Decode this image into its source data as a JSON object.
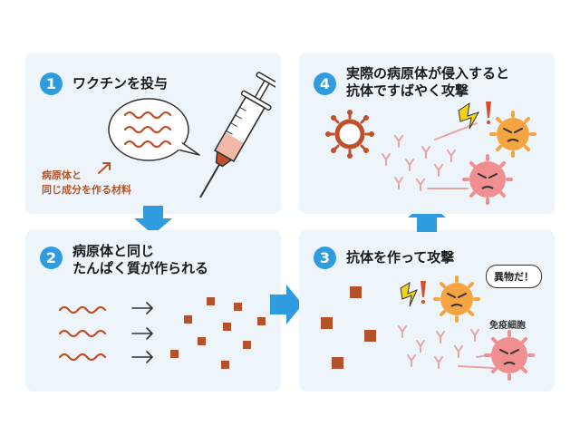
{
  "steps": [
    {
      "number": "1",
      "title": "ワクチンを投与"
    },
    {
      "number": "2",
      "title_line1": "病原体と同じ",
      "title_line2": "たんぱく質が作られる"
    },
    {
      "number": "3",
      "title": "抗体を作って攻撃"
    },
    {
      "number": "4",
      "title_line1": "実際の病原体が侵入すると",
      "title_line2": "抗体ですばやく攻撃"
    }
  ],
  "labels": {
    "material_line1": "病原体と",
    "material_line2": "同じ成分を作る材料",
    "foreign_speech": "異物だ！",
    "immune_cell": "免疫細胞"
  },
  "colors": {
    "panel_bg": "#eef5fa",
    "accent_blue": "#2f9ce0",
    "wave": "#c0502a",
    "protein": "#b4532a",
    "antibody": "#e8a3a3",
    "cell_orange": "#f4a542",
    "cell_pink": "#f08f8f",
    "lightning": "#f3d21b"
  }
}
